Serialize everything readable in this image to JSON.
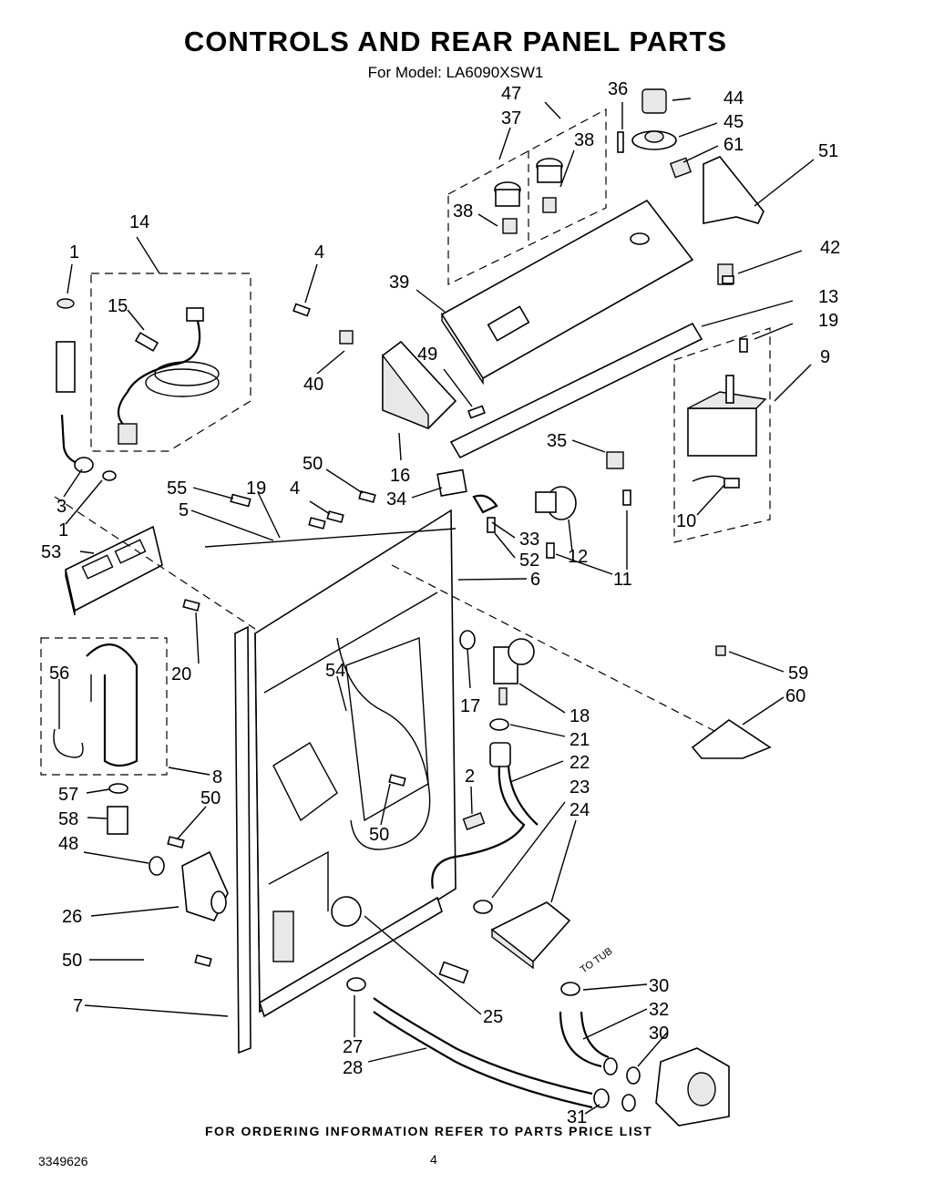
{
  "header": {
    "title": "CONTROLS AND REAR PANEL PARTS",
    "model": "For Model: LA6090XSW1"
  },
  "diagram": {
    "to_tub": "TO TUB",
    "callouts": [
      {
        "id": "c44",
        "text": "44"
      },
      {
        "id": "c36",
        "text": "36"
      },
      {
        "id": "c45",
        "text": "45"
      },
      {
        "id": "c61",
        "text": "61"
      },
      {
        "id": "c47",
        "text": "47"
      },
      {
        "id": "c37",
        "text": "37"
      },
      {
        "id": "c38a",
        "text": "38"
      },
      {
        "id": "c38b",
        "text": "38"
      },
      {
        "id": "c51",
        "text": "51"
      },
      {
        "id": "c42",
        "text": "42"
      },
      {
        "id": "c14",
        "text": "14"
      },
      {
        "id": "c1a",
        "text": "1"
      },
      {
        "id": "c15",
        "text": "15"
      },
      {
        "id": "c4a",
        "text": "4"
      },
      {
        "id": "c39",
        "text": "39"
      },
      {
        "id": "c13",
        "text": "13"
      },
      {
        "id": "c19a",
        "text": "19"
      },
      {
        "id": "c9",
        "text": "9"
      },
      {
        "id": "c40",
        "text": "40"
      },
      {
        "id": "c49",
        "text": "49"
      },
      {
        "id": "c16",
        "text": "16"
      },
      {
        "id": "c35",
        "text": "35"
      },
      {
        "id": "c3",
        "text": "3"
      },
      {
        "id": "c1b",
        "text": "1"
      },
      {
        "id": "c55",
        "text": "55"
      },
      {
        "id": "c5",
        "text": "5"
      },
      {
        "id": "c19b",
        "text": "19"
      },
      {
        "id": "c4b",
        "text": "4"
      },
      {
        "id": "c50a",
        "text": "50"
      },
      {
        "id": "c34",
        "text": "34"
      },
      {
        "id": "c33",
        "text": "33"
      },
      {
        "id": "c52",
        "text": "52"
      },
      {
        "id": "c12",
        "text": "12"
      },
      {
        "id": "c11",
        "text": "11"
      },
      {
        "id": "c10",
        "text": "10"
      },
      {
        "id": "c53",
        "text": "53"
      },
      {
        "id": "c6",
        "text": "6"
      },
      {
        "id": "c20",
        "text": "20"
      },
      {
        "id": "c56",
        "text": "56"
      },
      {
        "id": "c54",
        "text": "54"
      },
      {
        "id": "c17",
        "text": "17"
      },
      {
        "id": "c18",
        "text": "18"
      },
      {
        "id": "c59",
        "text": "59"
      },
      {
        "id": "c60",
        "text": "60"
      },
      {
        "id": "c21",
        "text": "21"
      },
      {
        "id": "c22",
        "text": "22"
      },
      {
        "id": "c8",
        "text": "8"
      },
      {
        "id": "c2",
        "text": "2"
      },
      {
        "id": "c23",
        "text": "23"
      },
      {
        "id": "c57",
        "text": "57"
      },
      {
        "id": "c24",
        "text": "24"
      },
      {
        "id": "c58",
        "text": "58"
      },
      {
        "id": "c50b",
        "text": "50"
      },
      {
        "id": "c50c",
        "text": "50"
      },
      {
        "id": "c48",
        "text": "48"
      },
      {
        "id": "c26",
        "text": "26"
      },
      {
        "id": "c50d",
        "text": "50"
      },
      {
        "id": "c30a",
        "text": "30"
      },
      {
        "id": "c7",
        "text": "7"
      },
      {
        "id": "c25",
        "text": "25"
      },
      {
        "id": "c32",
        "text": "32"
      },
      {
        "id": "c30b",
        "text": "30"
      },
      {
        "id": "c27",
        "text": "27"
      },
      {
        "id": "c28",
        "text": "28"
      },
      {
        "id": "c31",
        "text": "31"
      }
    ]
  },
  "footer": {
    "ordering_note": "FOR ORDERING INFORMATION REFER TO PARTS PRICE LIST",
    "doc_number": "3349626",
    "page_number": "4"
  }
}
